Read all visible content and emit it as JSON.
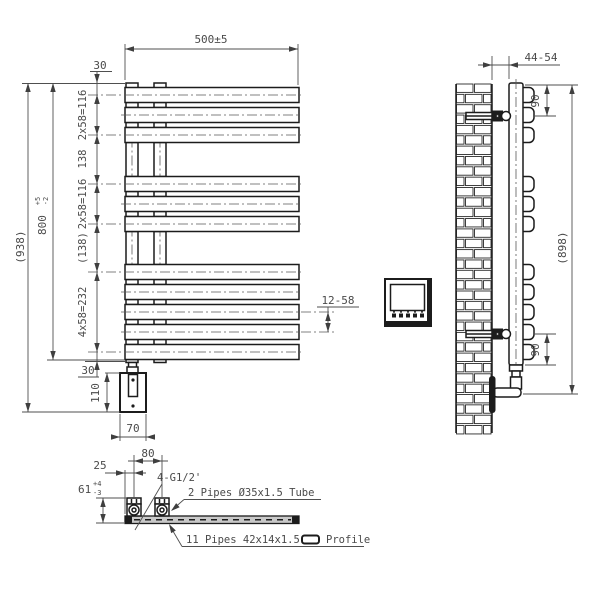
{
  "front_view": {
    "width": "500±5",
    "overall_height": "(938)",
    "height": "800",
    "height_tol_plus": "+5",
    "height_tol_minus": "-2",
    "top_offset": "30",
    "group1": "2x58=116",
    "gap1": "138",
    "group2": "2x58=116",
    "gap2": "(138)",
    "group3": "4x58=232",
    "bottom_offset": "30",
    "pitch_range": "12-58",
    "element_height": "110",
    "element_width": "70"
  },
  "side_view": {
    "wall_distance": "44-54",
    "top_bracket_offset": "90",
    "bottom_bracket_offset": "90",
    "overall_height": "(898)"
  },
  "bottom_view": {
    "pipe_spacing": "80",
    "edge_offset": "25",
    "connection_height": "61",
    "connection_tol_plus": "+4",
    "connection_tol_minus": "-3",
    "thread_label": "4-G1/2'",
    "tube_label": "2 Pipes Ø35x1.5 Tube",
    "profile_label_prefix": "11 Pipes 42x14x1.5",
    "profile_label_suffix": "Profile"
  }
}
